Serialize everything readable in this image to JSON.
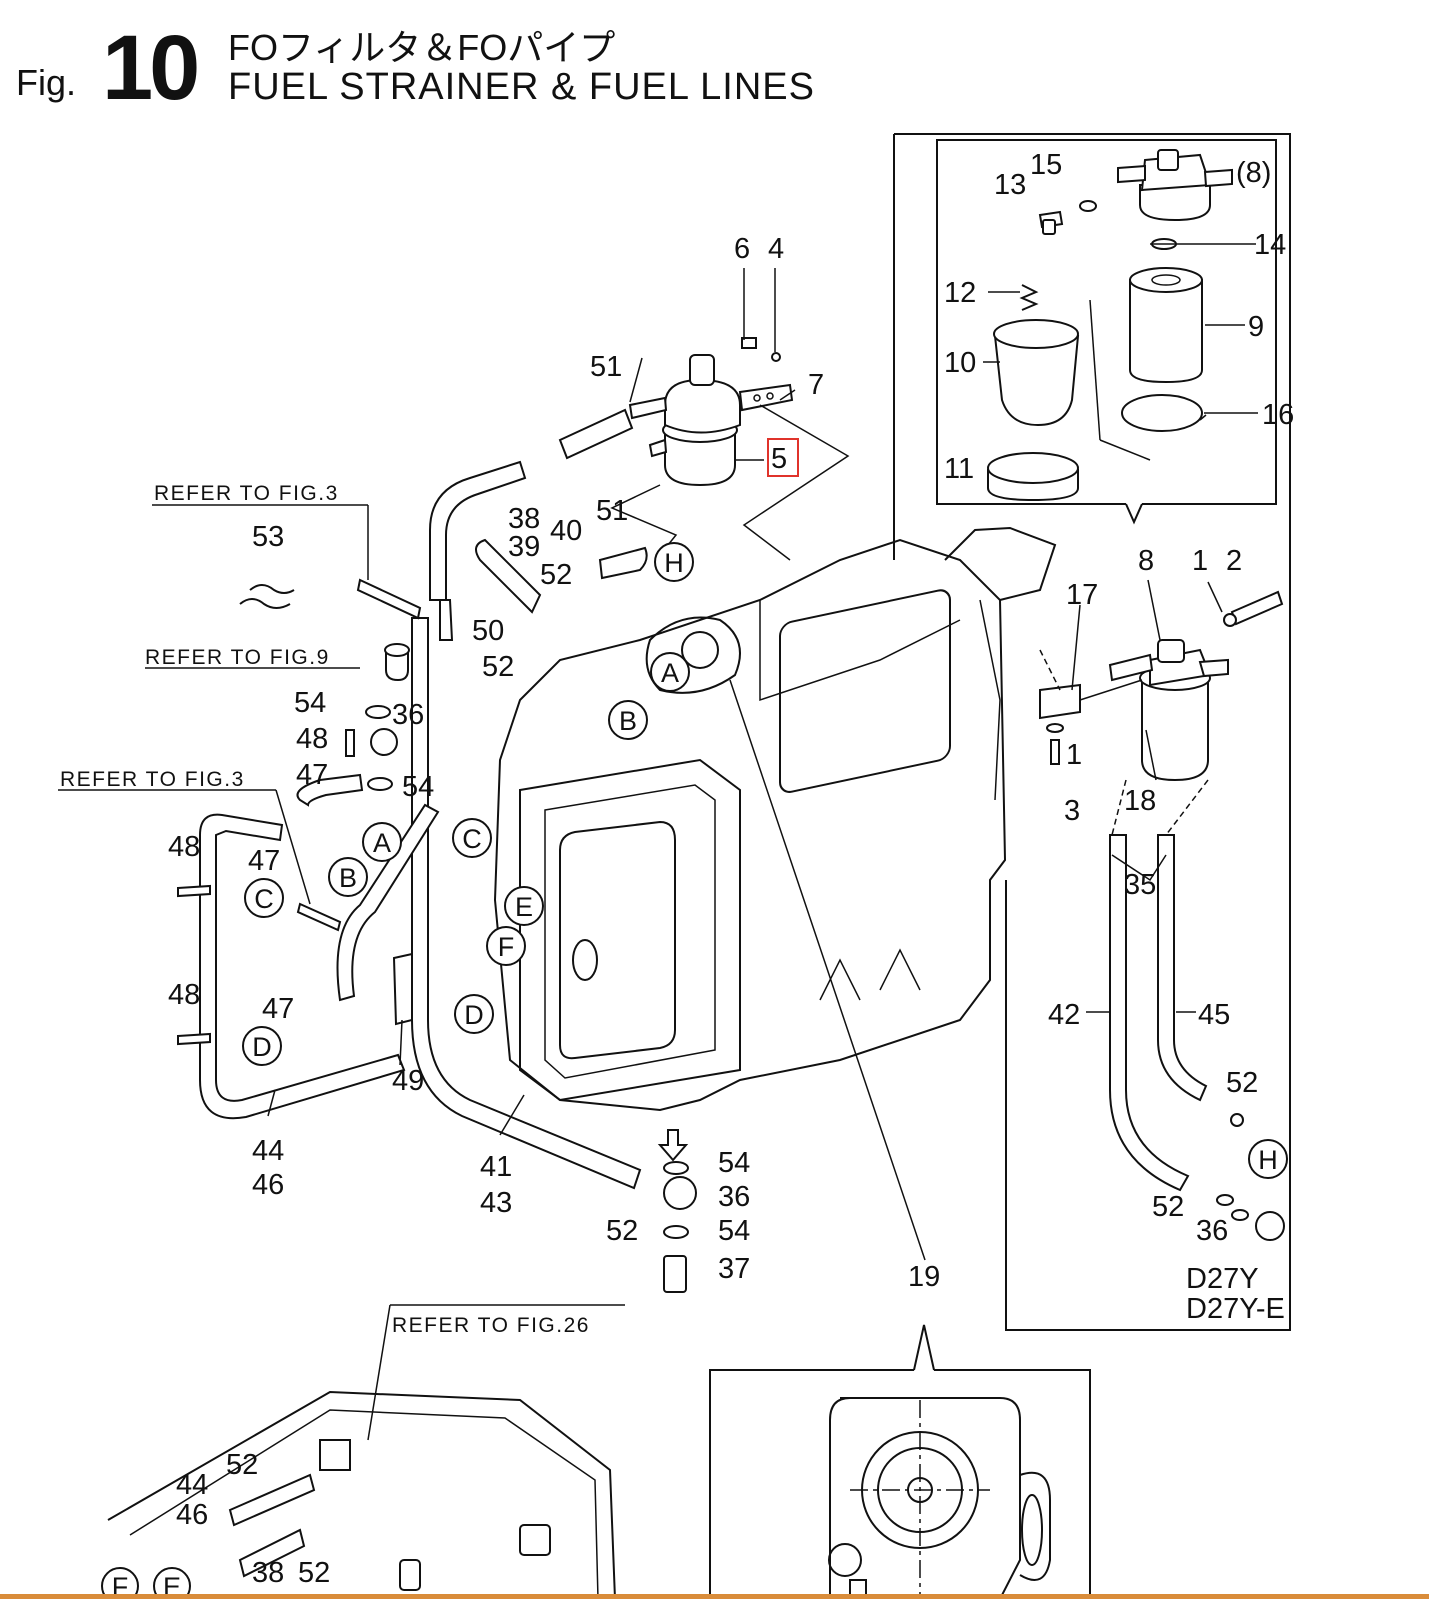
{
  "header": {
    "fig_word": "Fig.",
    "fig_number": "10",
    "title_jp": "FOフィルタ＆FOパイプ",
    "title_en": "FUEL STRAINER & FUEL LINES"
  },
  "refs": {
    "fig3_a": "REFER TO FIG.3",
    "fig9": "REFER TO FIG.9",
    "fig3_b": "REFER TO FIG.3",
    "fig26": "REFER TO FIG.26"
  },
  "models": [
    "D27Y",
    "D27Y-E"
  ],
  "highlight": {
    "part": "5",
    "color": "#e0332b"
  },
  "callouts": [
    "A",
    "B",
    "C",
    "D",
    "E",
    "F",
    "H"
  ],
  "parts": [
    "1",
    "2",
    "3",
    "4",
    "5",
    "6",
    "7",
    "(8)",
    "8",
    "9",
    "10",
    "11",
    "12",
    "13",
    "14",
    "15",
    "16",
    "17",
    "18",
    "19",
    "35",
    "36",
    "37",
    "38",
    "39",
    "40",
    "41",
    "42",
    "43",
    "44",
    "45",
    "46",
    "47",
    "48",
    "49",
    "50",
    "51",
    "52",
    "53",
    "54"
  ]
}
